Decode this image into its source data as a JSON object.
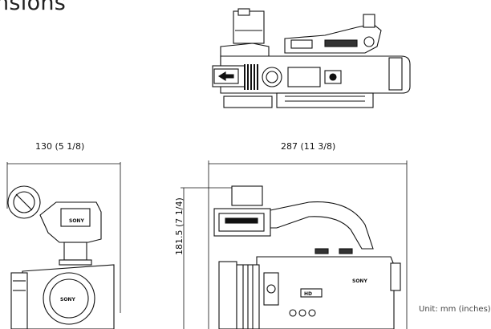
{
  "page": {
    "title": "nsions"
  },
  "dimensions": {
    "width": "130 (5 1/8)",
    "length": "287 (11 3/8)",
    "height": "181.5 (7 1/4)"
  },
  "unit_note": "Unit: mm (inches)",
  "brand_marks": {
    "front": "SONY",
    "lens_hood": "SONY",
    "side": "SONY",
    "badge": "HD"
  }
}
